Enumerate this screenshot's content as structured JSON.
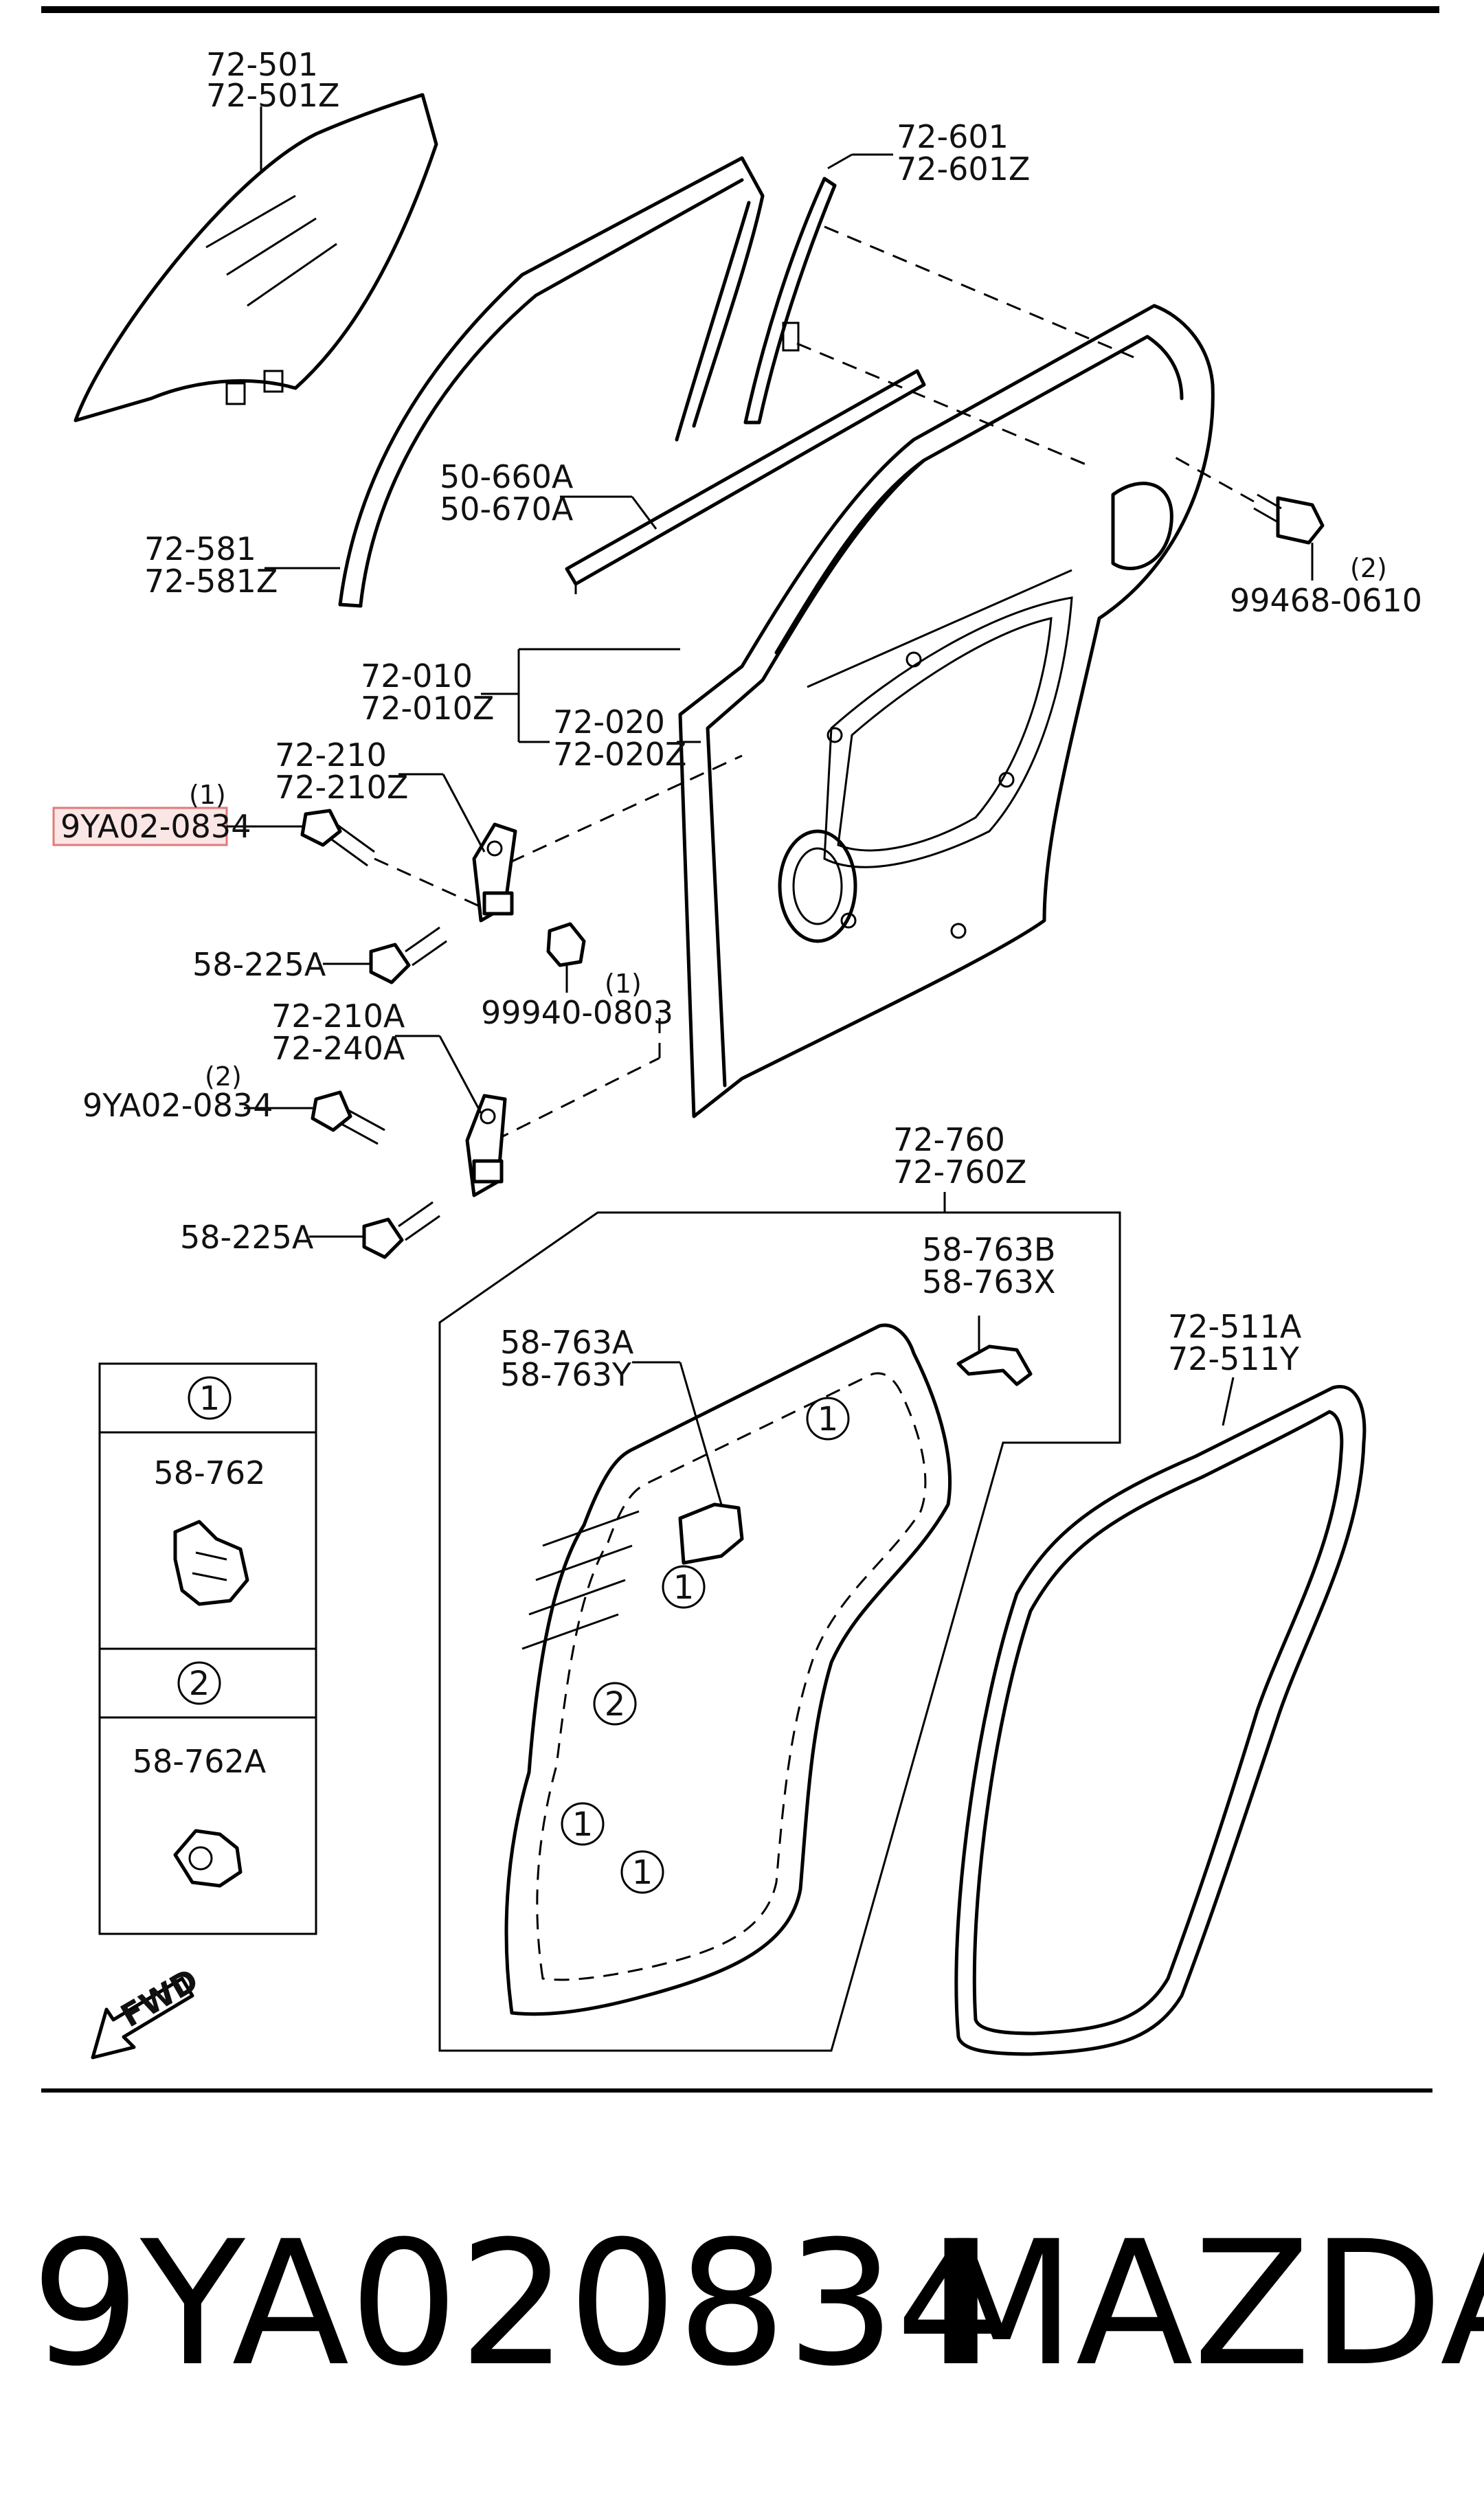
{
  "labels": {
    "glass_a": "72-501",
    "glass_b": "72-501Z",
    "channel_a": "72-601",
    "channel_b": "72-601Z",
    "weather_a": "50-660A",
    "weather_b": "50-670A",
    "run_a": "72-581",
    "run_b": "72-581Z",
    "bolt_right": "99468-0610",
    "door_a": "72-010",
    "door_b": "72-010Z",
    "door_c": "72-020",
    "door_d": "72-020Z",
    "hinge_up_a": "72-210",
    "hinge_up_b": "72-210Z",
    "bolt_hl": "9YA02-0834",
    "bolt_58_a": "58-225A",
    "nut": "99940-0803",
    "hinge_lo_a": "72-210A",
    "hinge_lo_b": "72-240A",
    "bolt_lo": "9YA02-0834",
    "bolt_58_b": "58-225A",
    "film_a": "72-760",
    "film_b": "72-760Z",
    "clip_b_a": "58-763B",
    "clip_b_b": "58-763X",
    "clip_a_a": "58-763A",
    "clip_a_b": "58-763Y",
    "seal_a": "72-511A",
    "seal_b": "72-511Y",
    "legend_1_part": "58-762",
    "legend_2_part": "58-762A"
  },
  "quantities": {
    "bolt_right": "(2)",
    "bolt_hl": "(1)",
    "nut": "(1)",
    "bolt_lo": "(2)"
  },
  "legend": {
    "marker_1": "1",
    "marker_2": "2"
  },
  "fwd": "FWD",
  "footer": {
    "part_number": "9YA020834",
    "brand": "MAZDA"
  }
}
